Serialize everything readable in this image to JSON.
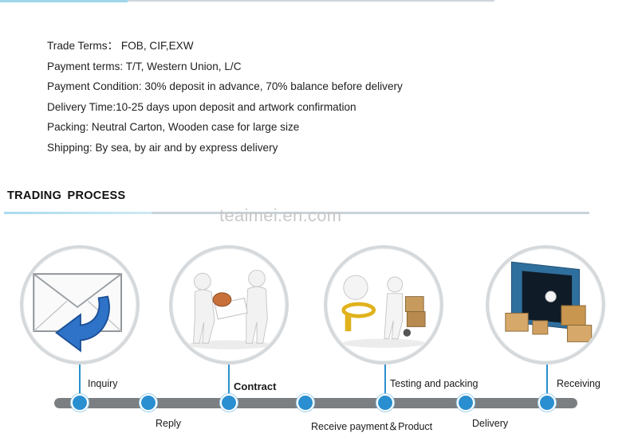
{
  "terms": [
    "Trade Terms： FOB, CIF,EXW",
    "Payment terms: T/T, Western Union, L/C",
    "Payment Condition: 30% deposit in advance, 70% balance before delivery",
    "Delivery Time:10-25 days upon deposit and artwork confirmation",
    "Packing: Neutral Carton, Wooden case for large size",
    "Shipping: By sea,  by air and by express delivery"
  ],
  "section": {
    "title": "TRADING  PROCESS"
  },
  "watermark": "teaimei.en.com",
  "process": {
    "illustrations": [
      {
        "icon": "envelope-reply-icon"
      },
      {
        "icon": "contract-signing-icon"
      },
      {
        "icon": "inspection-packing-icon"
      },
      {
        "icon": "container-receiving-icon"
      }
    ],
    "steps": [
      "Inquiry",
      "Reply",
      "Contract",
      "Receive payment＆Product",
      "Testing and packing",
      "Delivery",
      "Receiving"
    ]
  },
  "colors": {
    "accent": "#2a8fd0",
    "track": "#7c7f82",
    "ring": "#d5d9dc"
  }
}
